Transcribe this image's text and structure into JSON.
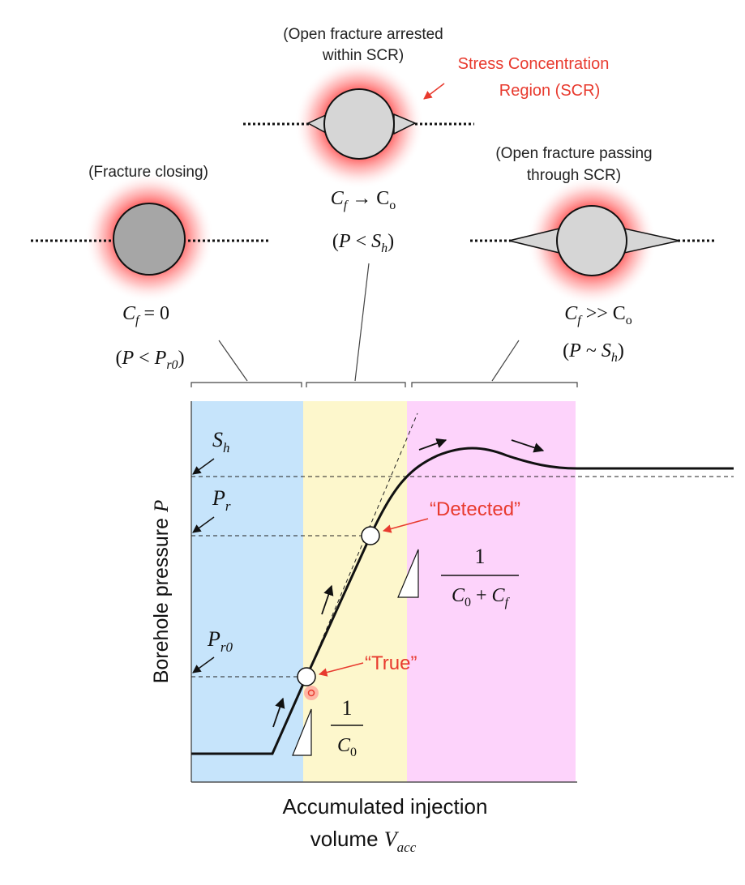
{
  "captions": {
    "arrested_line1": "(Open fracture arrested",
    "arrested_line2": "within SCR)",
    "scr_line1": "Stress Concentration",
    "scr_line2": "Region (SCR)",
    "closing": "(Fracture closing)",
    "passing_line1": "(Open fracture passing",
    "passing_line2": "through SCR)"
  },
  "conditions": {
    "left": {
      "compliance": {
        "var": "C",
        "sub": "f",
        "rest": " = 0"
      },
      "pressure": {
        "open": "(",
        "var": "P",
        "op": " < ",
        "var2": "P",
        "sub2": "r0",
        "close": ")"
      }
    },
    "middle": {
      "compliance": {
        "var": "C",
        "sub": "f",
        "rest": " → C",
        "sub2": "o"
      },
      "pressure": {
        "open": "(",
        "var": "P",
        "op": " < ",
        "var2": "S",
        "sub2": "h",
        "close": ")"
      }
    },
    "right": {
      "compliance": {
        "var": "C",
        "sub": "f",
        "rest": " >> C",
        "sub2": "o"
      },
      "pressure": {
        "open": "(",
        "var": "P",
        "op": " ~ ",
        "var2": "S",
        "sub2": "h",
        "close": ")"
      }
    }
  },
  "levels": {
    "sh": {
      "var": "S",
      "sub": "h"
    },
    "pr": {
      "var": "P",
      "sub": "r"
    },
    "pr0": {
      "var": "P",
      "sub": "r0"
    }
  },
  "annotations": {
    "detected": "“Detected”",
    "true": "“True”"
  },
  "slopes": {
    "upper": {
      "num": "1",
      "den_a": "C",
      "den_a_sub": "0",
      "den_op": " + ",
      "den_b": "C",
      "den_b_sub": "f"
    },
    "lower": {
      "num": "1",
      "den_a": "C",
      "den_a_sub": "0"
    }
  },
  "axes": {
    "ylabel": "Borehole pressure ",
    "ylabel_var": "P",
    "xlabel_line1": "Accumulated injection",
    "xlabel_line2": "volume ",
    "xlabel_var": "V",
    "xlabel_sub": "acc"
  },
  "colors": {
    "zone_closing": "#c6e4fb",
    "zone_arrested": "#fdf7cc",
    "zone_passing": "#fdd3fb",
    "red_text": "#e83a2e",
    "scr_glow": "#ff5a5a",
    "wellbore_dark": "#a6a6a6",
    "wellbore_light": "#d6d6d6",
    "ink": "#111111"
  }
}
